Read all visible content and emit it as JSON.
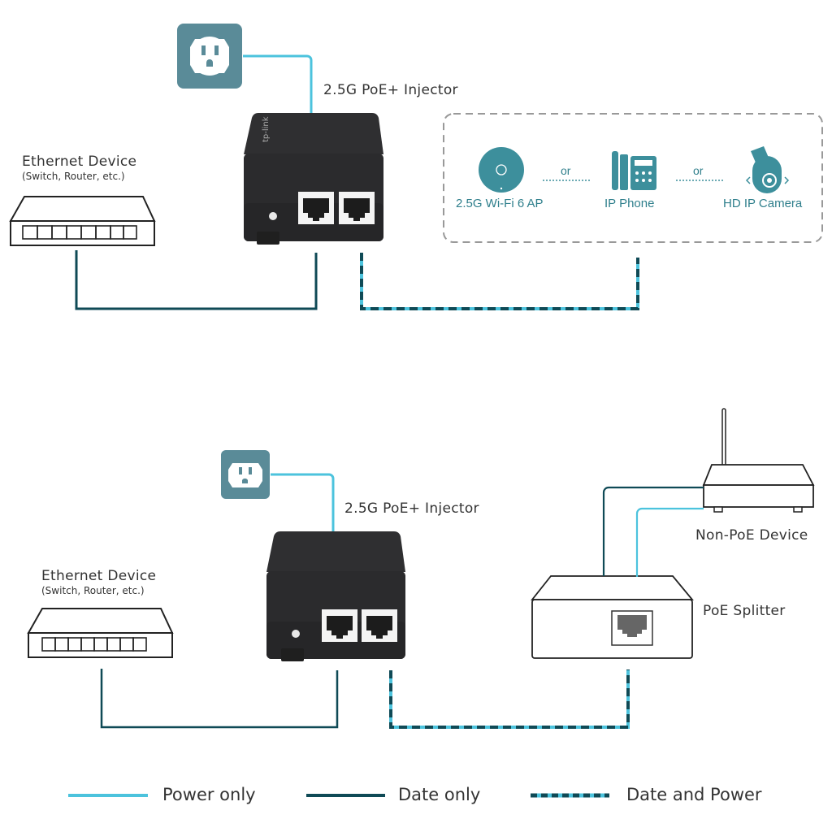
{
  "colors": {
    "power": "#4cc3dd",
    "data": "#0f4a56",
    "icon_teal": "#3d8f9c",
    "outlet_bg": "#5a8b98",
    "device_dark": "#2b2b2d",
    "dashed_box": "#999999"
  },
  "top_diagram": {
    "injector_label": "2.5G PoE+ Injector",
    "ethernet_device": {
      "title": "Ethernet Device",
      "subtitle": "(Switch, Router, etc.)"
    },
    "outlet_icon": "power-outlet-icon",
    "pd_options": {
      "items": [
        {
          "label": "2.5G Wi-Fi 6 AP",
          "icon": "access-point-icon"
        },
        {
          "label": "IP Phone",
          "icon": "ip-phone-icon"
        },
        {
          "label": "HD IP Camera",
          "icon": "ip-camera-icon"
        }
      ],
      "separator": "or"
    }
  },
  "bottom_diagram": {
    "injector_label": "2.5G PoE+ Injector",
    "ethernet_device": {
      "title": "Ethernet Device",
      "subtitle": "(Switch, Router, etc.)"
    },
    "outlet_icon": "power-outlet-icon",
    "non_poe_device_label": "Non-PoE Device",
    "poe_splitter_label": "PoE Splitter"
  },
  "legend": [
    {
      "key": "power",
      "label": "Power only",
      "style": "solid-light"
    },
    {
      "key": "data",
      "label": "Date only",
      "style": "solid-dark"
    },
    {
      "key": "both",
      "label": "Date and Power",
      "style": "dashed"
    }
  ]
}
